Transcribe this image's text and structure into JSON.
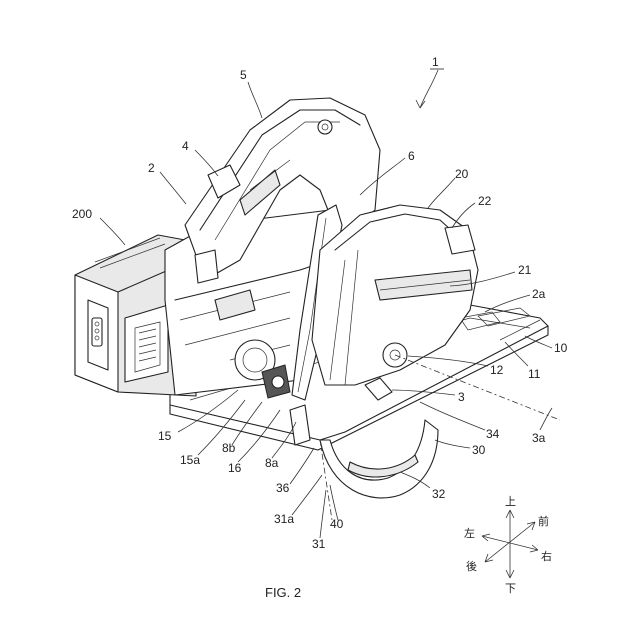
{
  "figure": {
    "caption": "FIG. 2",
    "labels": [
      {
        "id": "1",
        "text": "1"
      },
      {
        "id": "2",
        "text": "2"
      },
      {
        "id": "2a",
        "text": "2a"
      },
      {
        "id": "3",
        "text": "3"
      },
      {
        "id": "3a",
        "text": "3a"
      },
      {
        "id": "4",
        "text": "4"
      },
      {
        "id": "5",
        "text": "5"
      },
      {
        "id": "6",
        "text": "6"
      },
      {
        "id": "8a",
        "text": "8a"
      },
      {
        "id": "8b",
        "text": "8b"
      },
      {
        "id": "10",
        "text": "10"
      },
      {
        "id": "11",
        "text": "11"
      },
      {
        "id": "12",
        "text": "12"
      },
      {
        "id": "15",
        "text": "15"
      },
      {
        "id": "15a",
        "text": "15a"
      },
      {
        "id": "16",
        "text": "16"
      },
      {
        "id": "20",
        "text": "20"
      },
      {
        "id": "21",
        "text": "21"
      },
      {
        "id": "22",
        "text": "22"
      },
      {
        "id": "30",
        "text": "30"
      },
      {
        "id": "31",
        "text": "31"
      },
      {
        "id": "31a",
        "text": "31a"
      },
      {
        "id": "32",
        "text": "32"
      },
      {
        "id": "34",
        "text": "34"
      },
      {
        "id": "36",
        "text": "36"
      },
      {
        "id": "40",
        "text": "40"
      },
      {
        "id": "200",
        "text": "200"
      }
    ],
    "directions": {
      "up": "上",
      "front": "前",
      "left": "左",
      "right": "右",
      "back": "後",
      "down": "下"
    }
  }
}
